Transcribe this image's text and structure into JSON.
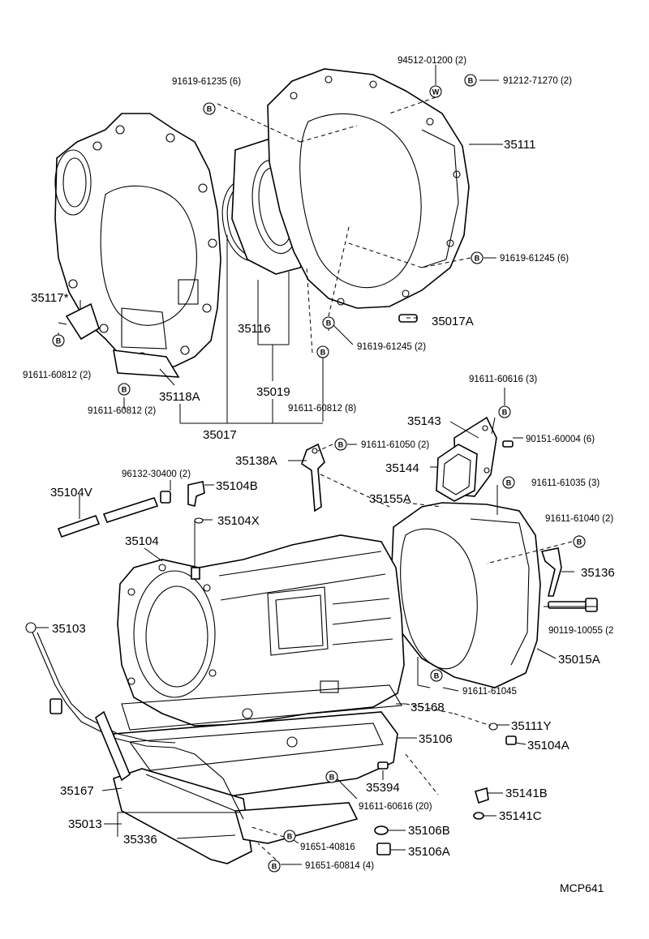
{
  "diagram": {
    "catalog_code": "MCP641",
    "labels": {
      "l_94512": "94512-01200 (2)",
      "l_91212": "91212-71270 (2)",
      "l_91619_6": "91619-61235 (6)",
      "l_35111": "35111",
      "l_91619_245_6": "91619-61245 (6)",
      "l_35117": "35117*",
      "l_35116": "35116",
      "l_35017A": "35017A",
      "l_91619_245_2": "91619-61245 (2)",
      "l_91611_812_2a": "91611-60812 (2)",
      "l_35118A": "35118A",
      "l_35019": "35019",
      "l_91611_812_2b": "91611-60812 (2)",
      "l_91611_812_8": "91611-60812 (8)",
      "l_35017": "35017",
      "l_91611_616_3": "91611-60616 (3)",
      "l_35143": "35143",
      "l_90151": "90151-60004 (6)",
      "l_91611_050": "91611-61050 (2)",
      "l_35138A": "35138A",
      "l_35144": "35144",
      "l_91611_035": "91611-61035 (3)",
      "l_96132": "96132-30400 (2)",
      "l_35104B": "35104B",
      "l_35104V": "35104V",
      "l_35155A": "35155A",
      "l_91611_040": "91611-61040 (2)",
      "l_35104X": "35104X",
      "l_35104": "35104",
      "l_35136": "35136",
      "l_90119": "90119-10055 (2",
      "l_35103": "35103",
      "l_35015A": "35015A",
      "l_91611_045": "91611-61045",
      "l_35168": "35168",
      "l_35111Y": "35111Y",
      "l_35106": "35106",
      "l_35104A": "35104A",
      "l_35167": "35167",
      "l_35394": "35394",
      "l_35141B": "35141B",
      "l_91611_616_20": "91611-60616 (20)",
      "l_35013": "35013",
      "l_35141C": "35141C",
      "l_35106B": "35106B",
      "l_35336": "35336",
      "l_91651_816": "91651-40816",
      "l_35106A": "35106A",
      "l_91651_814": "91651-60814 (4)"
    },
    "symbols": {
      "bolt_mark": "B",
      "washer_mark": "W"
    }
  }
}
